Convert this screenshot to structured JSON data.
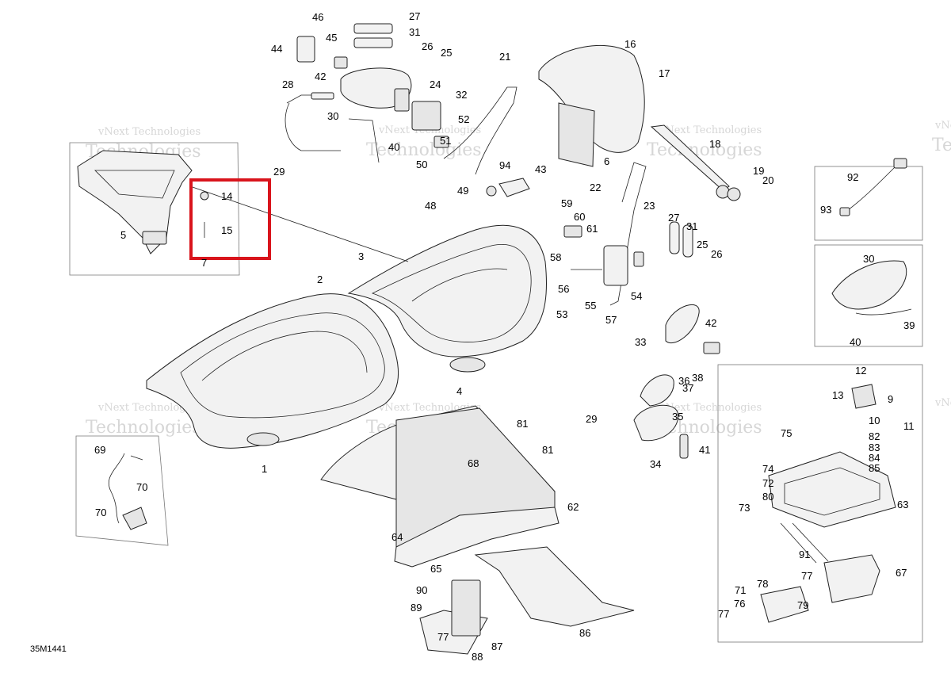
{
  "figure_code": "35M1441",
  "watermark": {
    "line1": "vNext Technologies",
    "line2": "Technologies"
  },
  "callouts": [
    "1",
    "2",
    "3",
    "4",
    "5",
    "6",
    "7",
    "9",
    "10",
    "11",
    "12",
    "13",
    "14",
    "15",
    "16",
    "17",
    "18",
    "19",
    "20",
    "21",
    "22",
    "23",
    "24",
    "25",
    "26",
    "27",
    "28",
    "29",
    "30",
    "31",
    "32",
    "33",
    "34",
    "35",
    "36",
    "37",
    "38",
    "39",
    "40",
    "41",
    "42",
    "43",
    "44",
    "45",
    "46",
    "48",
    "49",
    "50",
    "51",
    "52",
    "53",
    "54",
    "55",
    "56",
    "57",
    "58",
    "59",
    "60",
    "61",
    "62",
    "63",
    "64",
    "65",
    "67",
    "68",
    "69",
    "70",
    "71",
    "72",
    "73",
    "74",
    "75",
    "76",
    "77",
    "78",
    "79",
    "80",
    "81",
    "82",
    "83",
    "84",
    "85",
    "86",
    "87",
    "88",
    "89",
    "90",
    "91",
    "92",
    "93",
    "94"
  ],
  "highlight": {
    "color": "#d9141c",
    "contains": [
      "14",
      "15"
    ]
  }
}
